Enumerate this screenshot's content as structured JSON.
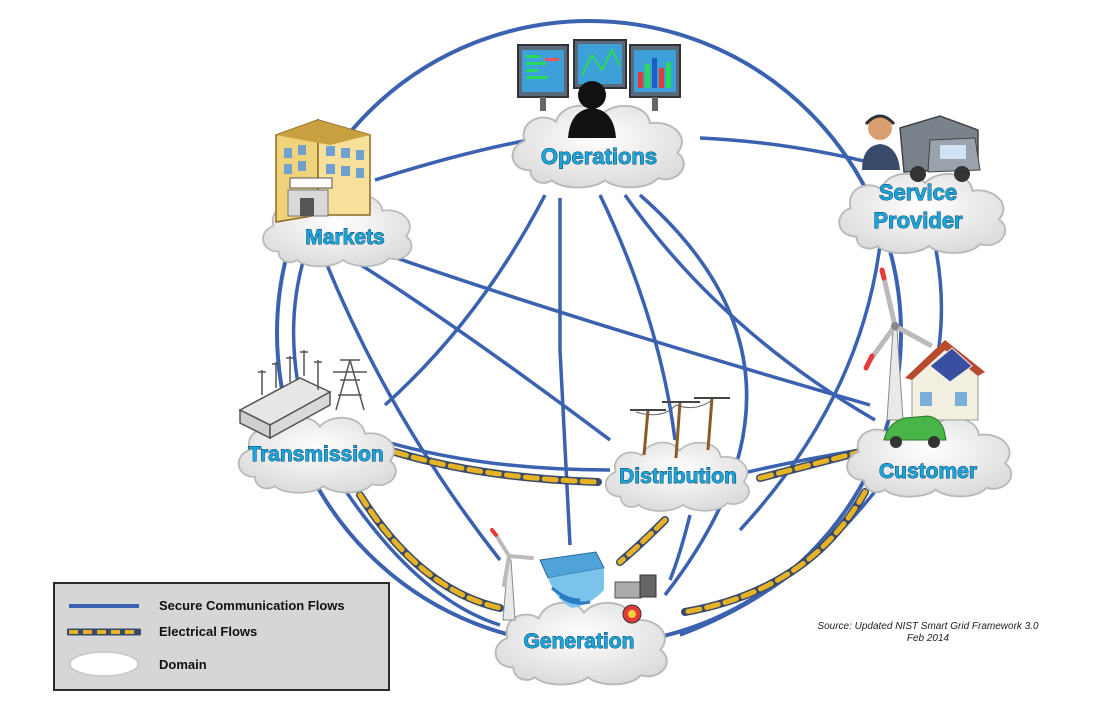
{
  "domains": {
    "operations": "Operations",
    "markets": "Markets",
    "service_provider": [
      "Service",
      "Provider"
    ],
    "transmission": "Transmission",
    "distribution": "Distribution",
    "customer": "Customer",
    "generation": "Generation"
  },
  "legend": {
    "secure_communication": "Secure Communication Flows",
    "electrical": "Electrical Flows",
    "domain": "Domain"
  },
  "source": {
    "line1": "Source:  Updated NIST Smart Grid Framework 3.0",
    "line2": "Feb 2014"
  },
  "colors": {
    "communication_line": "#3a62b0",
    "electrical_line": "#e5b323",
    "label_fill": "#1aa6d8",
    "label_outline": "#0b3d66",
    "cloud_fill": "#f2f2f2"
  },
  "icons": {
    "operations": "control-room-monitors-icon",
    "markets": "market-building-icon",
    "service_provider": "technician-truck-icon",
    "transmission": "substation-tower-icon",
    "distribution": "utility-pole-icon",
    "customer": "house-wind-solar-car-icon",
    "generation": "power-plant-icon"
  }
}
